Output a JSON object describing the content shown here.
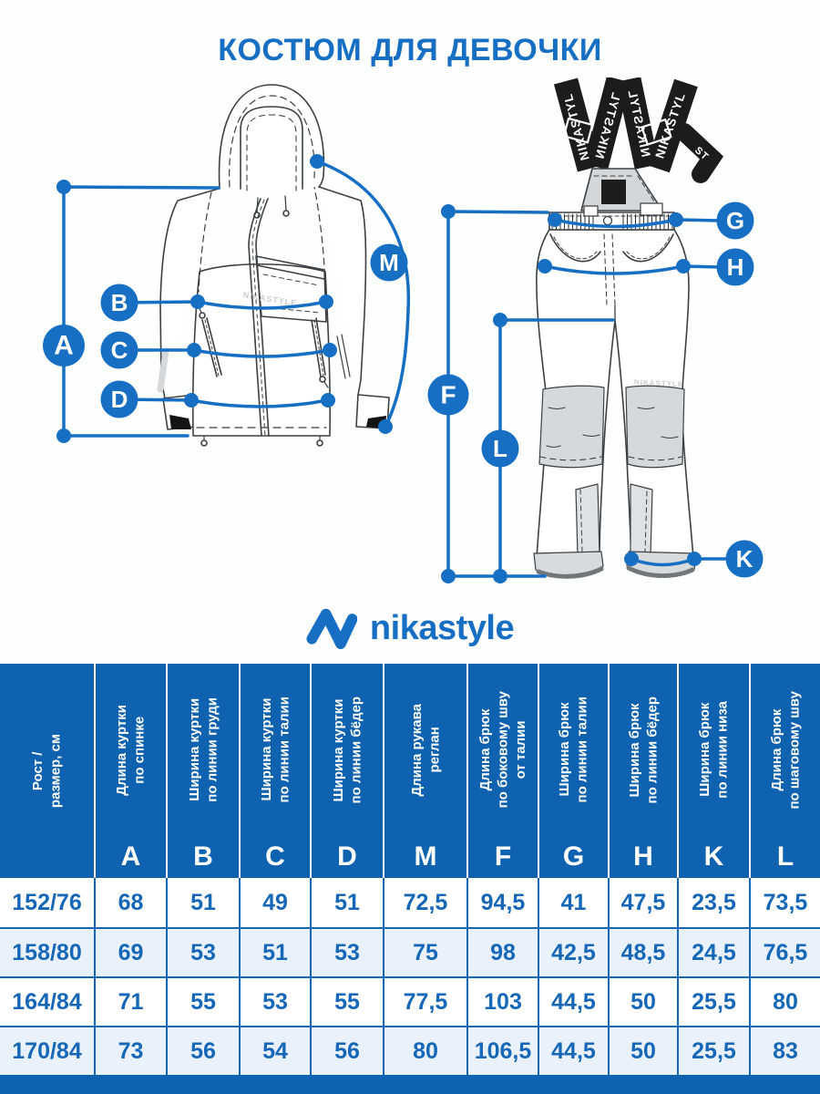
{
  "title": "КОСТЮМ ДЛЯ ДЕВОЧКИ",
  "logo": {
    "text": "nikastyle"
  },
  "diagram": {
    "watermark": "NIKASTYLE",
    "strap_text": "NIKASTYL",
    "strap_end_text": "ST",
    "markers": [
      {
        "letter": "A"
      },
      {
        "letter": "B"
      },
      {
        "letter": "C"
      },
      {
        "letter": "D"
      },
      {
        "letter": "M"
      },
      {
        "letter": "F"
      },
      {
        "letter": "L"
      },
      {
        "letter": "G"
      },
      {
        "letter": "H"
      },
      {
        "letter": "K"
      }
    ]
  },
  "table": {
    "size_header": "Рост /\nразмер, см",
    "columns": [
      {
        "letter": "A",
        "label": "Длина куртки\nпо спинке"
      },
      {
        "letter": "B",
        "label": "Ширина куртки\nпо линии груди"
      },
      {
        "letter": "C",
        "label": "Ширина куртки\nпо линии талии"
      },
      {
        "letter": "D",
        "label": "Ширина куртки\nпо линии бёдер"
      },
      {
        "letter": "M",
        "label": "Длина рукава\nреглан"
      },
      {
        "letter": "F",
        "label": "Длина брюк\nпо боковому шву\nот талии"
      },
      {
        "letter": "G",
        "label": "Ширина брюк\nпо линии талии"
      },
      {
        "letter": "H",
        "label": "Ширина брюк\nпо линии бёдер"
      },
      {
        "letter": "K",
        "label": "Ширина брюк\nпо линии низа"
      },
      {
        "letter": "L",
        "label": "Длина брюк\nпо шаговому шву"
      }
    ],
    "rows": [
      {
        "size": "152/76",
        "values": [
          "68",
          "51",
          "49",
          "51",
          "72,5",
          "94,5",
          "41",
          "47,5",
          "23,5",
          "73,5"
        ]
      },
      {
        "size": "158/80",
        "values": [
          "69",
          "53",
          "51",
          "53",
          "75",
          "98",
          "42,5",
          "48,5",
          "24,5",
          "76,5"
        ]
      },
      {
        "size": "164/84",
        "values": [
          "71",
          "55",
          "53",
          "55",
          "77,5",
          "103",
          "44,5",
          "50",
          "25,5",
          "80"
        ]
      },
      {
        "size": "170/84",
        "values": [
          "73",
          "56",
          "54",
          "56",
          "80",
          "106,5",
          "44,5",
          "50",
          "25,5",
          "83"
        ]
      }
    ]
  },
  "colors": {
    "brand_blue": "#176fc4",
    "header_blue": "#0f62b0",
    "row_alt": "#e9f2fc"
  }
}
